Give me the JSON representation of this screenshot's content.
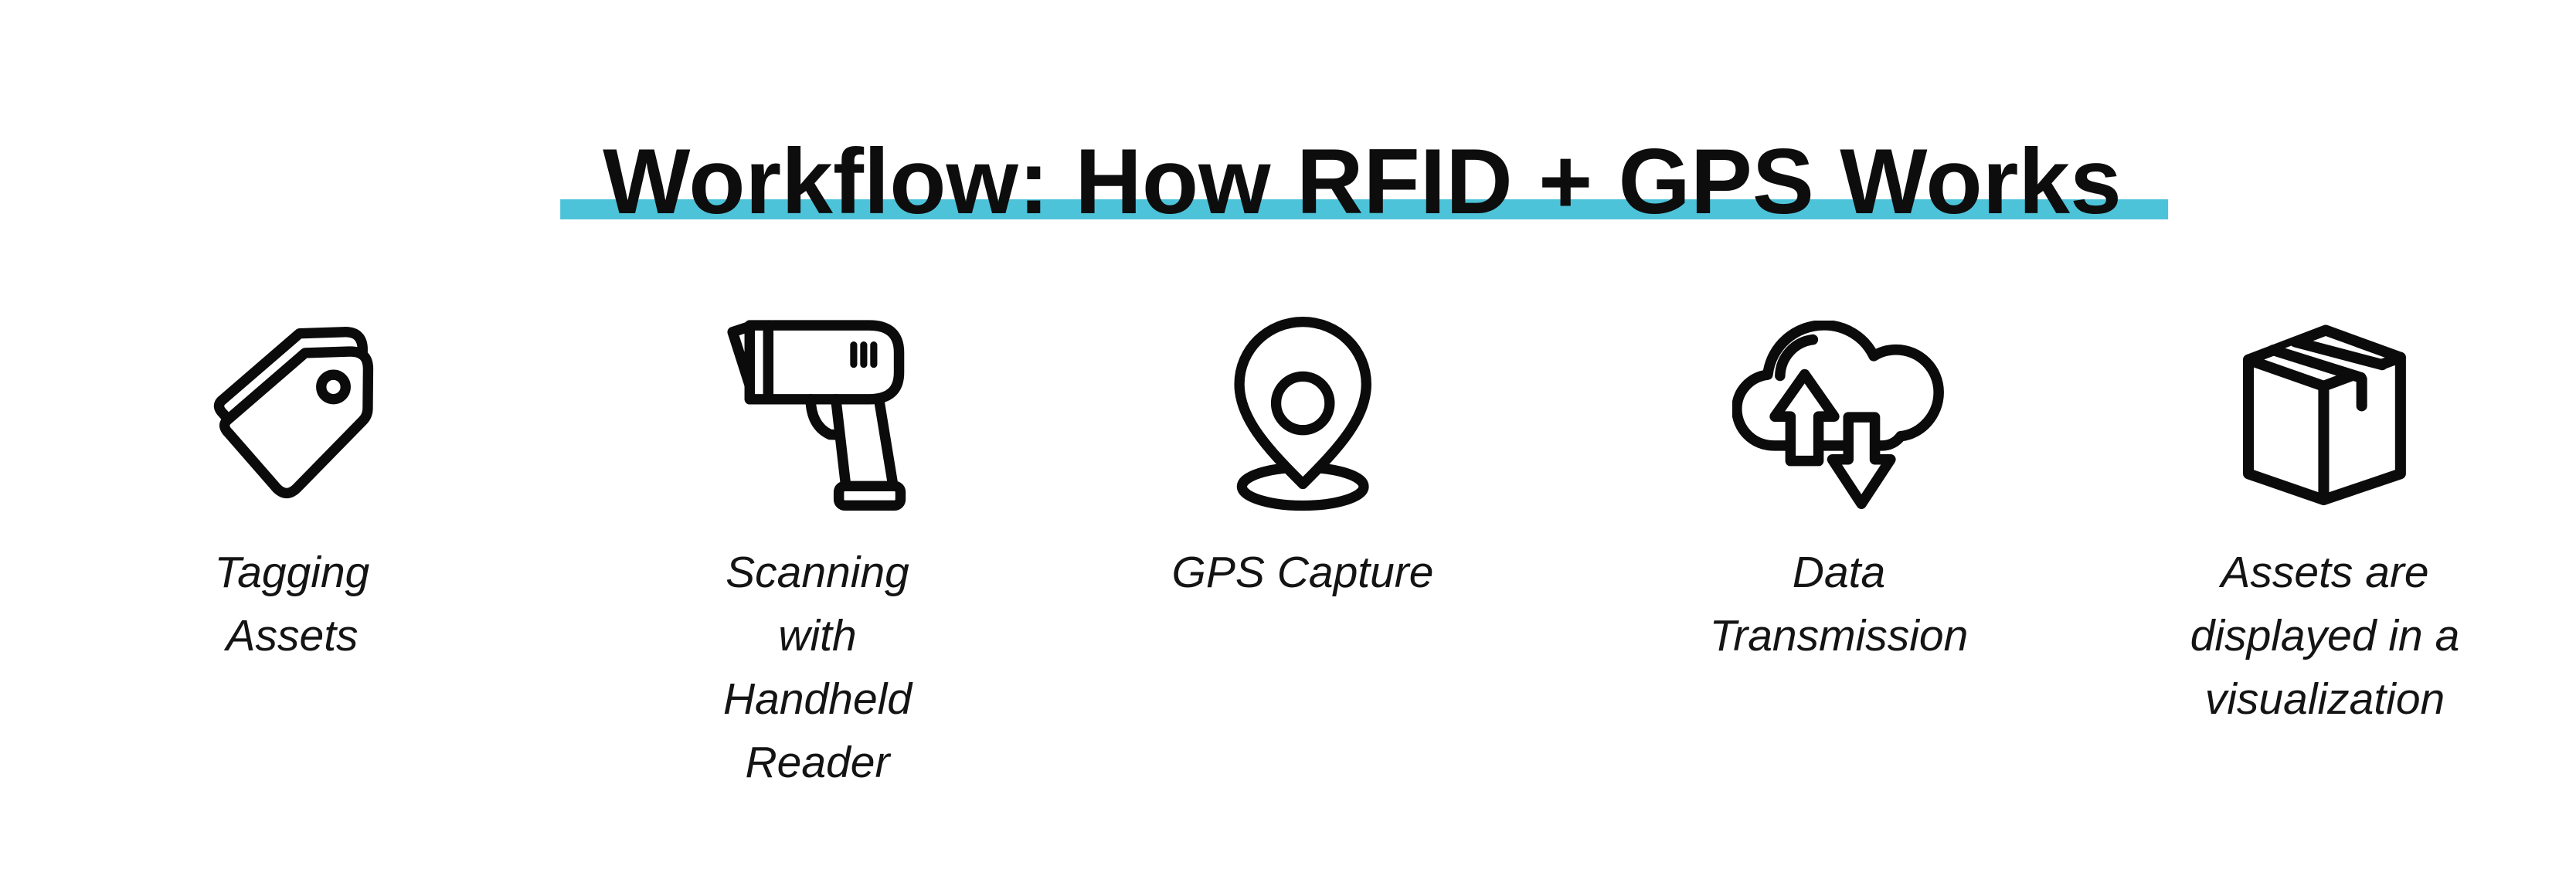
{
  "page": {
    "title": "Workflow: How RFID + GPS Works",
    "accent_color": "#4DC3D9",
    "background_color": "#FFFFFF",
    "ink_color": "#0B0B0B"
  },
  "steps": [
    {
      "icon": "tags-icon",
      "label": "Tagging\nAssets"
    },
    {
      "icon": "handheld-reader-icon",
      "label": "Scanning\nwith\nHandheld\nReader"
    },
    {
      "icon": "gps-pin-icon",
      "label": "GPS Capture"
    },
    {
      "icon": "cloud-data-transfer-icon",
      "label": "Data\nTransmission"
    },
    {
      "icon": "package-box-icon",
      "label": "Assets are\ndisplayed in a\nvisualization"
    }
  ]
}
